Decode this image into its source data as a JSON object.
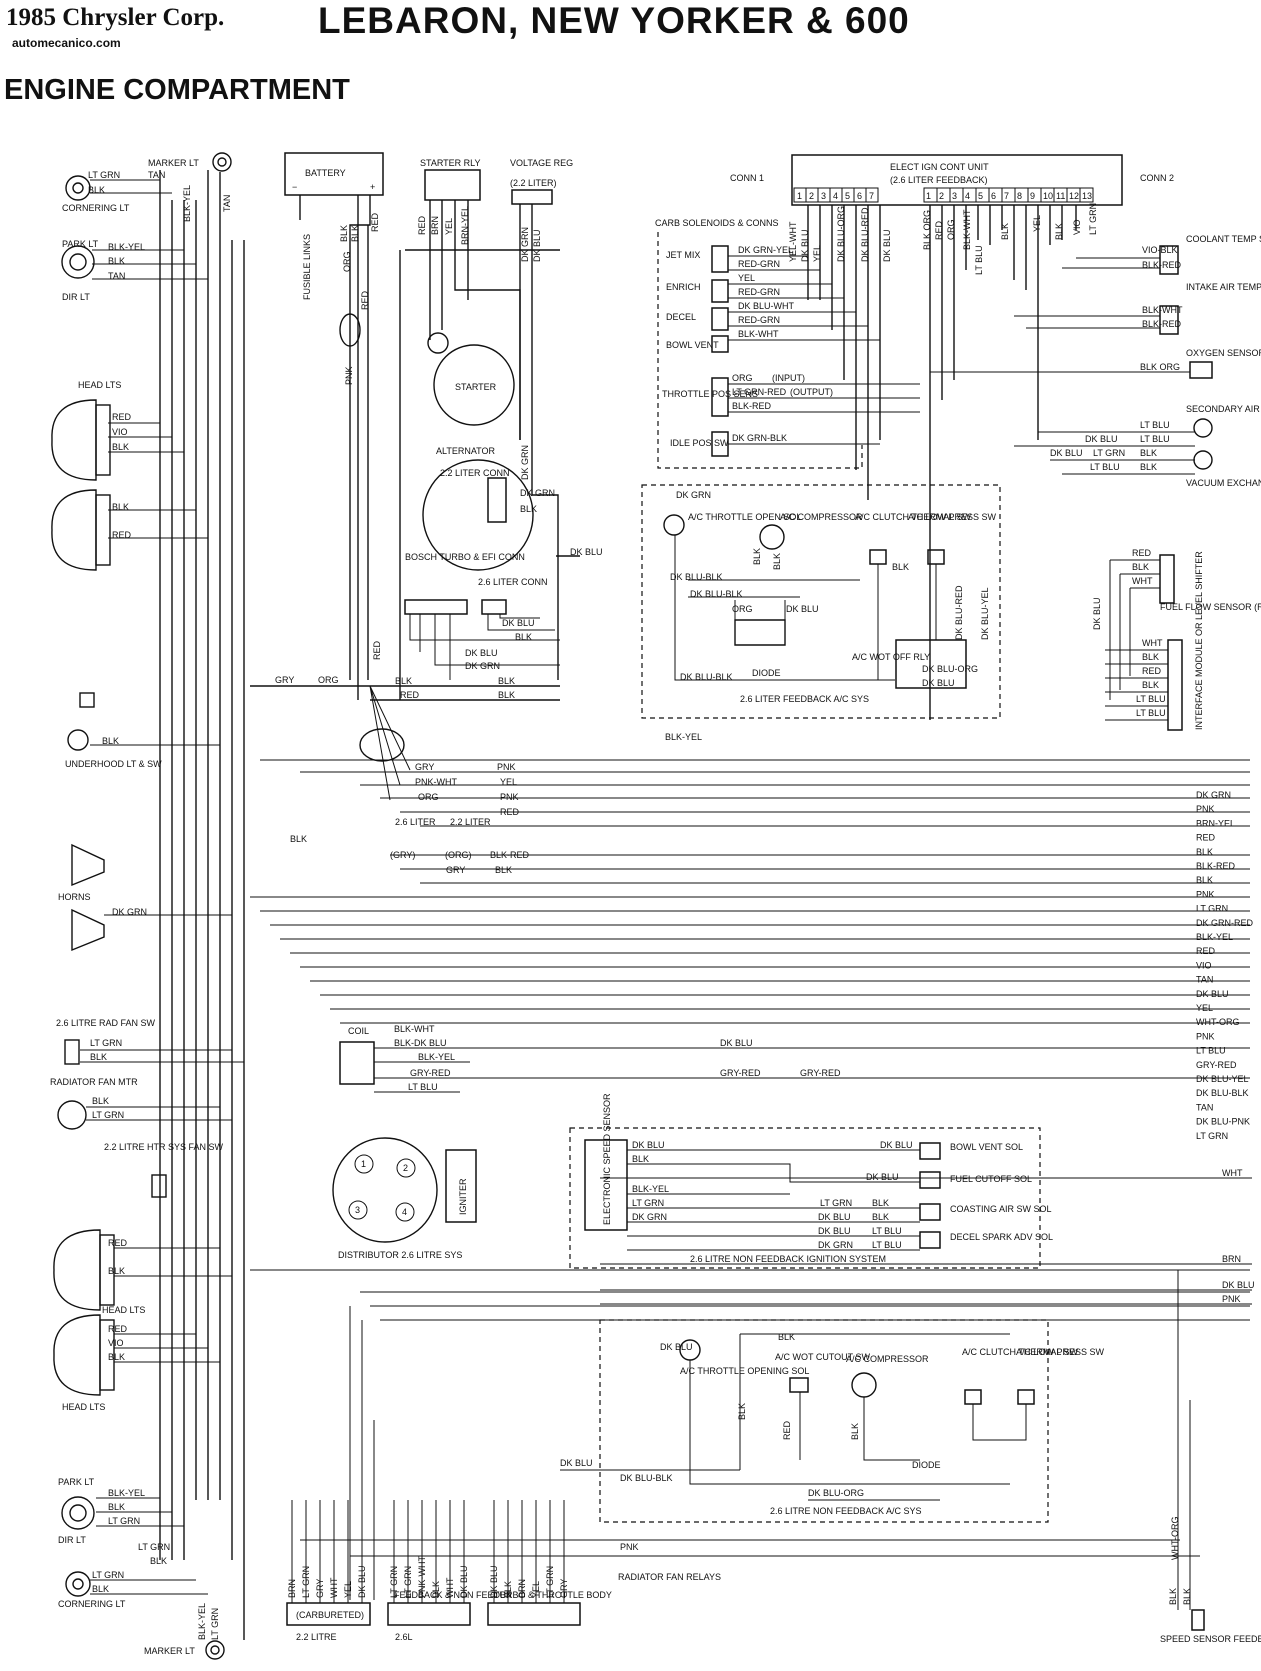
{
  "header": {
    "year_corp": "1985 Chrysler Corp.",
    "site": "automecanico.com",
    "model": "LEBARON, NEW YORKER & 600",
    "section": "ENGINE COMPARTMENT"
  },
  "components": {
    "battery": "BATTERY",
    "starter_relay": "STARTER RLY",
    "voltage_reg": "VOLTAGE REG",
    "voltage_reg_sub": "(2.2 LITER)",
    "starter": "STARTER",
    "fusible_links": "FUSIBLE LINKS",
    "alternator": "ALTERNATOR",
    "alt_22_conn": "2.2 LITER CONN",
    "bosch_turbo": "BOSCH TURBO & EFI CONN",
    "alt_26_conn": "2.6 LITER CONN",
    "elect_ign": "ELECT IGN CONT UNIT",
    "elect_ign_sub": "(2.6 LITER FEEDBACK)",
    "conn1": "CONN 1",
    "conn2": "CONN 2",
    "carb_solenoids": "CARB SOLENOIDS & CONNS",
    "jet_mix": "JET MIX",
    "enrich": "ENRICH",
    "decel": "DECEL",
    "bowl_vent": "BOWL VENT",
    "throttle_pos": "THROTTLE POS SENS",
    "input": "(INPUT)",
    "output": "(OUTPUT)",
    "idle_pos": "IDLE POS SW",
    "coolant_temp": "COOLANT TEMP SENS",
    "intake_air": "INTAKE AIR TEMP SENS",
    "oxygen_sensor": "OXYGEN SENSOR",
    "secondary_air": "SECONDARY AIR SOL",
    "vacuum_exchange": "VACUUM EXCHANGE SOL",
    "ac_throttle_open": "A/C THROTTLE OPEN SOL",
    "ac_compressor": "A/C COMPRESSOR",
    "ac_clutch_thermal": "A/C CLUTCH THERMAL SW",
    "ac_low_press": "A/C LOW PRESS SW",
    "diode": "DIODE",
    "ac_wot_off": "A/C WOT OFF RLY",
    "feedback_ac_sys": "2.6 LITER FEEDBACK A/C SYS",
    "fuel_flow": "FUEL FLOW SENSOR (REAR OF CARB)",
    "interface_module": "INTERFACE MODULE OR LEVEL SHIFTER",
    "marker_lt": "MARKER LT",
    "cornering_lt": "CORNERING LT",
    "park_lt": "PARK LT",
    "dir_lt": "DIR LT",
    "head_lts": "HEAD LTS",
    "underhood": "UNDERHOOD LT & SW",
    "horns": "HORNS",
    "rad_fan_sw": "2.6 LITRE RAD FAN SW",
    "radiator_fan_mtr": "RADIATOR FAN MTR",
    "htr_sys_fan_sw": "2.2 LITRE HTR SYS FAN SW",
    "liter_26": "2.6 LITER",
    "liter_22": "2.2 LITER",
    "coil": "COIL",
    "distributor": "DISTRIBUTOR 2.6 LITRE SYS",
    "igniter": "IGNITER",
    "electronic_speed_sensor": "ELECTRONIC SPEED SENSOR",
    "bowl_vent_sol": "BOWL VENT SOL",
    "fuel_cutoff": "FUEL CUTOFF SOL",
    "coasting_air": "COASTING AIR SW SOL",
    "decel_spark": "DECEL SPARK ADV SOL",
    "non_feedback_ign": "2.6 LITRE NON FEEDBACK IGNITION SYSTEM",
    "ac_throttle_opening": "A/C THROTTLE OPENING SOL",
    "ac_wot_cutout": "A/C WOT CUTOUT SW",
    "non_feedback_ac": "2.6 LITRE NON FEEDBACK A/C SYS",
    "carbureted": "(CARBURETED)",
    "feedback_non": "FEEDBACK & NON FEEDBK",
    "turbo_throttle": "TURBO & THROTTLE BODY",
    "radiator_fan_relays": "RADIATOR FAN RELAYS",
    "litre_22": "2.2 LITRE",
    "litre_26": "2.6L",
    "speed_sensor": "SPEED SENSOR FEEDBACK (IN SPEEDO CABLE)"
  },
  "wire_labels": {
    "LT_GRN": "LT GRN",
    "TAN": "TAN",
    "BLK": "BLK",
    "BLK_YEL": "BLK-YEL",
    "RED": "RED",
    "VIO": "VIO",
    "ORG": "ORG",
    "GRY": "GRY",
    "YEL": "YEL",
    "PNK": "PNK",
    "BRN": "BRN",
    "DK_GRN": "DK GRN",
    "DK_BLU": "DK BLU",
    "PNK_WHT": "PNK-WHT",
    "BLK_RED": "BLK-RED",
    "BLK_WHT": "BLK-WHT",
    "BLK_ORG": "BLK ORG",
    "LT_BLU": "LT BLU",
    "WHT": "WHT",
    "GRY_RED": "GRY-RED",
    "BLK_DK_BLU": "BLK-DK BLU",
    "DK_GRN_YEL": "DK GRN-YEL",
    "RED_GRN": "RED-GRN",
    "DK_BLU_WHT": "DK BLU-WHT",
    "DK_GRN_BLK": "DK GRN-BLK",
    "LT_GRN_RED": "LT GRN-RED",
    "VIO_BLK": "VIO-BLK",
    "BLK_RED2": "BLK-RED",
    "DK_BLU_ORG": "DK BLU-ORG",
    "DK_BLU_BLK": "DK BLU-BLK",
    "WHT_ORG": "WHT-ORG",
    "DK_BLU_PNK": "DK BLU-PNK",
    "DK_BLU_YEL": "DK BLU-YEL",
    "DK_GRN_RED": "DK GRN-RED",
    "BRN_YEL": "BRN-YEL",
    "GRY2": "(GRY)",
    "ORG2": "(ORG)",
    "YEL_WHT": "YEL-WHT",
    "DK_BLU_RED": "DK BLU-RED"
  },
  "right_bus_labels": [
    "DK GRN",
    "PNK",
    "BRN-YEL",
    "RED",
    "BLK",
    "BLK-RED",
    "BLK",
    "PNK",
    "LT GRN",
    "DK GRN-RED",
    "BLK-YEL",
    "RED",
    "VIO",
    "TAN",
    "DK BLU",
    "YEL",
    "WHT-ORG",
    "PNK",
    "LT BLU",
    "GRY-RED",
    "DK BLU-YEL",
    "DK BLU-BLK",
    "TAN",
    "DK BLU-PNK",
    "LT GRN"
  ],
  "right_bus_lower": [
    "WHT",
    "BRN",
    "DK BLU",
    "PNK"
  ],
  "pins_conn1": [
    "1",
    "2",
    "3",
    "4",
    "5",
    "6",
    "7"
  ],
  "pins_conn2": [
    "1",
    "2",
    "3",
    "4",
    "5",
    "6",
    "7",
    "8",
    "9",
    "10",
    "11",
    "12",
    "13"
  ],
  "dist_pins": [
    "1",
    "2",
    "3",
    "4"
  ],
  "bottom_conn_wires": {
    "carb": [
      "BRN",
      "LT GRN",
      "GRY",
      "WHT",
      "YEL",
      "DK BLU"
    ],
    "feedbk": [
      "LT GRN",
      "LT GRN",
      "PNK-WHT",
      "BLK",
      "WHT",
      "DK BLU"
    ],
    "turbo": [
      "DK BLU",
      "BLK",
      "BRN",
      "YEL",
      "LT GRN",
      "GRY"
    ]
  }
}
